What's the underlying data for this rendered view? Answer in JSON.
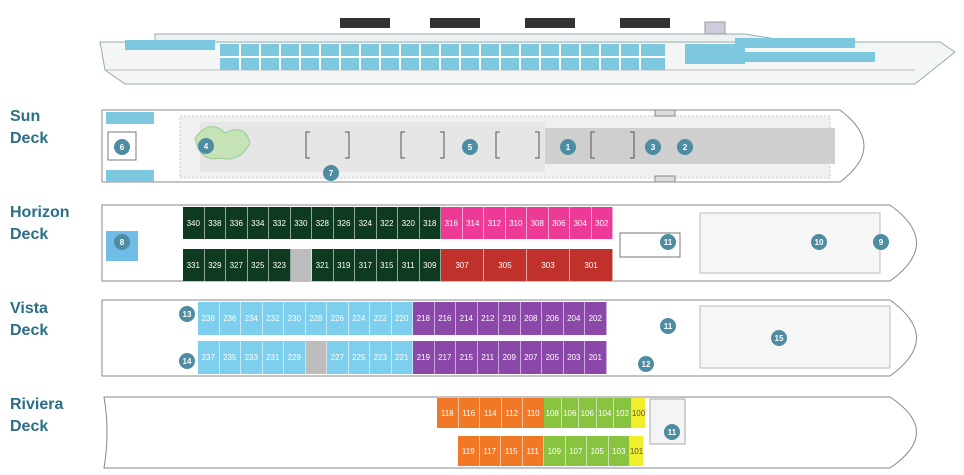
{
  "decks": {
    "sun": {
      "label_1": "Sun",
      "label_2": "Deck"
    },
    "horizon": {
      "label_1": "Horizon",
      "label_2": "Deck"
    },
    "vista": {
      "label_1": "Vista",
      "label_2": "Deck"
    },
    "riviera": {
      "label_1": "Riviera",
      "label_2": "Deck"
    }
  },
  "colors": {
    "label": "#2b6f86",
    "badge": "#4d8ca1",
    "dark_green": "#0f3a22",
    "pink": "#ec3a96",
    "red": "#c0312c",
    "light_blue": "#7ecfee",
    "purple": "#8b48a9",
    "orange": "#f07827",
    "green": "#88c440",
    "yellow": "#f3ee2c",
    "grey": "#bcbcbc"
  },
  "badges": {
    "b1": "1",
    "b2": "2",
    "b3": "3",
    "b4": "4",
    "b5": "5",
    "b6": "6",
    "b7": "7",
    "b8": "8",
    "b9": "9",
    "b10": "10",
    "b11a": "11",
    "b11b": "11",
    "b12": "12",
    "b13": "13",
    "b14": "14",
    "b15": "15",
    "b11c": "11"
  },
  "cabins": {
    "h_green_top": [
      "340",
      "338",
      "336",
      "334",
      "332",
      "330",
      "328",
      "326",
      "324",
      "322",
      "320",
      "318"
    ],
    "h_pink_top": [
      "316",
      "314",
      "312",
      "310",
      "308",
      "306",
      "304",
      "302"
    ],
    "h_green_bot": [
      "331",
      "329",
      "327",
      "325",
      "323",
      "",
      "321",
      "319",
      "317",
      "315",
      "311",
      "309"
    ],
    "h_red_bot": [
      "307",
      "305",
      "303",
      "301"
    ],
    "v_blue_top": [
      "238",
      "236",
      "234",
      "232",
      "230",
      "228",
      "226",
      "224",
      "222",
      "220"
    ],
    "v_purple_top": [
      "218",
      "216",
      "214",
      "212",
      "210",
      "208",
      "206",
      "204",
      "202"
    ],
    "v_blue_bot": [
      "237",
      "235",
      "233",
      "231",
      "229",
      "",
      "227",
      "225",
      "223",
      "221"
    ],
    "v_purple_bot": [
      "219",
      "217",
      "215",
      "211",
      "209",
      "207",
      "205",
      "203",
      "201"
    ],
    "r_orange_top": [
      "118",
      "116",
      "114",
      "112",
      "110"
    ],
    "r_green_top": [
      "108",
      "106",
      "106",
      "104",
      "102"
    ],
    "r_yellow_top": [
      "100"
    ],
    "r_orange_bot": [
      "119",
      "117",
      "115",
      "111"
    ],
    "r_green_bot": [
      "109",
      "107",
      "105",
      "103"
    ],
    "r_yellow_bot": [
      "101"
    ]
  }
}
